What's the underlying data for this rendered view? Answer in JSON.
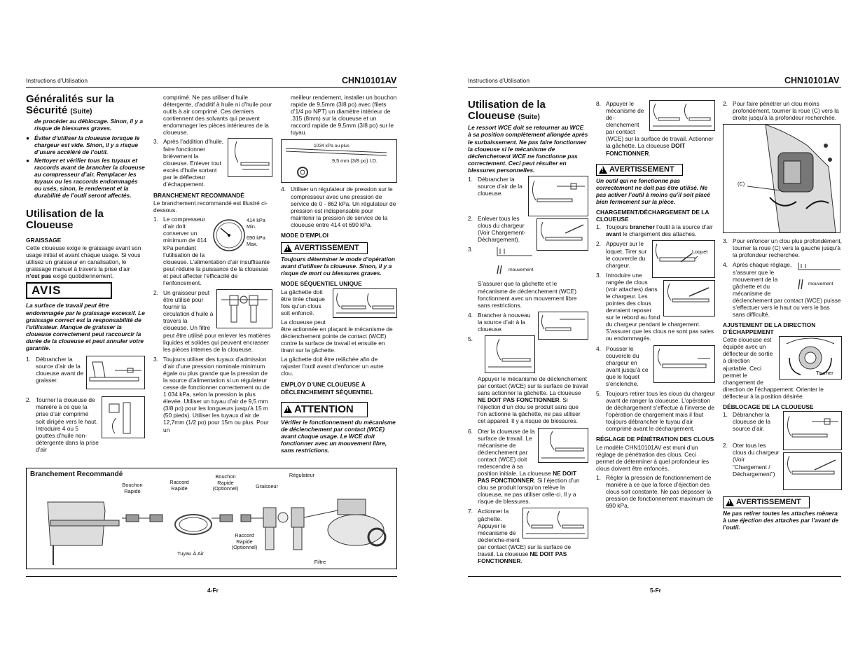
{
  "left": {
    "header": "Instructions d’Utilisation",
    "model": "CHN10101AV",
    "footer": "4-Fr",
    "col1": {
      "title": "Généralités sur la Sécurité",
      "title_suite": "(Suite)",
      "cont_text": "de procéder au déblocage. Sinon, il y a risque de blessures graves.",
      "bullets": [
        "Éviter d’utiliser la cloueuse lorsque le chargeur est vide. Sinon, il y a risque d’usure accéléré de l’outil.",
        "Nettoyer et vérifier tous les tuyaux et raccords avant de brancher la cloueuse au compresseur d’air. Remplacer les tuyaux ou les raccords endommagés ou usés, sinon, le rendement et la durabilité de l’outil seront affectés."
      ],
      "section_title": "Utilisation de la Cloueuse",
      "graissage_title": "GRAISSAGE",
      "graissage_text_a": "Cette cloueuse exige le graissage avant son usage initial et avant chaque usage. Si vous utilisez un graisseur en canalisation, le graissage manuel à travers la prise d’air ",
      "graissage_text_bold": "n’est pas",
      "graissage_text_b": " exigé quotidiennement.",
      "avis_label": "AVIS",
      "avis_text": "La surface de travail peut être endommagée par le graissage excessif. Le graissage correct est la responsabilité de l’utilisateur. Manque de graisser la cloueuse correctement peut raccourcir la durée de la cloueuse et peut annuler votre garantie.",
      "steps": [
        {
          "num": "1.",
          "text": "Débrancher la source d’air de la cloueuse avant de graisser."
        },
        {
          "num": "2.",
          "text": "Tourner la cloueuse de manière à ce que la prise d’air comprimé soit dirigée vers le haut. Introduire 4 ou 5 gouttes d’huile non-détergente dans la prise d’air"
        }
      ]
    },
    "col2": {
      "cont_text": "comprimé. Ne pas utiliser d’huile détergente, d’additif à huile ni d’huile pour outils à air comprimé. Ces derniers contiennent des solvants qui peuvent endommager les pièces intérieures de la cloueuse.",
      "step3": {
        "num": "3.",
        "text": "Après l’addition d’huile, faire fonctionner brièvement la cloueuse. Enlever tout excès d’huile sortant par le déflecteur d’échappement."
      },
      "branch_title": "BRANCHEMENT RECOMMANDÉ",
      "branch_text": "Le branchement recommandé est illustré ci-dessous.",
      "gauge_labels": {
        "a": "414 kPa",
        "b": "Min.",
        "c": "690 kPa",
        "d": "Max."
      },
      "steps": [
        {
          "num": "1.",
          "text": "Le compresseur d’air doit conserver un minimum de 414 kPa pendant l’utilisation de la cloueuse. L’alimentation d’air insuffisante peut réduire la puissance de la cloueuse et peut affecter l’efficacité de l’enfoncement."
        },
        {
          "num": "2.",
          "text": "Un graisseur peut être utilisé pour fournir la circulation d’huile à travers la cloueuse. Un filtre peut être utilisé pour enlever les matières liquides et solides qui peuvent encrasser les pièces internes de la cloueuse."
        },
        {
          "num": "3.",
          "text": "Toujours utiliser des tuyaux d’admission d’air d’une pression nominale minimum égale ou plus grande que la pression de la source d’alimentation si un régulateur cesse de fonctionner correctement ou de 1 034 kPa, selon la pression la plus élevée. Utiliser un tuyau d’air de 9,5 mm (3/8 po) pour les longueurs jusqu’à 15 m (50 pieds). Utiliser les tuyaux d’air de 12,7mm (1/2 po) pour 15m ou plus. Pour un"
        }
      ]
    },
    "col3": {
      "cont_text": "meilleur rendement, installer un bouchon rapide de 9,5mm (3/8 po) avec (filets d’1/4 po NPT) un diamètre intérieur de .315 (8mm) sur la cloueuse et un raccord rapide de 9,5mm (3/8 po) sur le tuyau.",
      "hose_label1": "1034 kPa ou plus",
      "hose_label2": "9,5 mm (3/8 po) I.D.",
      "step4": {
        "num": "4.",
        "text": "Utiliser un régulateur de pression sur le compresseur avec une pression de service de 0 - 862 kPa. Un régulateur de pression est indispensable pour maintenir la pression de service de la cloueuse entre 414 et 690 kPa."
      },
      "mode_title": "MODE D’EMPLOI",
      "warn_label": "AVERTISSEMENT",
      "warn_text": "Toujours déterminer le mode d’opération avant d’utiliser la cloueuse. Sinon, il y a risque de mort ou blessures graves.",
      "mode_unique_title": "MODE SÉQUENTIEL UNIQUE",
      "mode_unique_text1": "La gâchette doit être tirée chaque fois qu’un clous soit enfoncé.",
      "mode_unique_text2": "La cloueuse peut être actionnée en plaçant le mécanisme de déclenchement pointe de contact (WCE) contre la surface de travail et ensuite en tirant sur la gâchette.",
      "mode_unique_text3": "La gâchette doit être relâchée afin de rajuster l’outil avant d’enfoncer un autre clou.",
      "employ_title": "EMPLOY D’UNE CLOUEUSE À DÉCLENCHEMENT SÉQUENTIEL",
      "attention_label": "ATTENTION",
      "attention_text": "Vérifier le fonctionnement du mécanisme de déclenchement par contact (WCE) avant chaque usage. Le WCE doit fonctionner avec un mouvement libre, sans restrictions."
    },
    "diagram": {
      "title": "Branchement Recommandé",
      "labels": {
        "bouchon_rapide": "Bouchon Rapide",
        "raccord_rapide": "Raccord Rapide",
        "bouchon_rapide_opt": "Bouchon Rapide (Optionnel)",
        "graisseur": "Graisseur",
        "regulateur": "Régulateur",
        "raccord_rapide_opt": "Raccord Rapide (Optionnel)",
        "tuyau": "Tuyau À Air",
        "filtre": "Filtre"
      }
    }
  },
  "right": {
    "header": "Instructions d’Utilisation",
    "model": "CHN10101AV",
    "footer": "5-Fr",
    "col1": {
      "title": "Utilisation de la Cloueuse",
      "title_suite": "(Suite)",
      "intro": "Le ressort WCE doit se retourner au WCE à sa position complètement allongée après le surbaissement. Ne pas faire fonctionner la cloueuse si le mécanisme de déclenchement WCE ne fonctionne pas correctement. Ceci peut résulter en blessures personnelles.",
      "mouvement": "mouvement",
      "steps": [
        {
          "num": "1.",
          "text": "Débrancher la source d’air de la cloueuse."
        },
        {
          "num": "2.",
          "text": "Enlever tous les clous du chargeur (Voir Chargement-Déchargement)."
        },
        {
          "num": "3.",
          "text": "S’assurer que la gâchette et le mécanisme de déclenchement (WCE) fonctionnent avec un mouvement libre sans restrictions."
        },
        {
          "num": "4.",
          "text": "Brancher à nouveau la source d’air à la cloueuse."
        },
        {
          "num": "5.",
          "text_a": "Appuyer le mécanisme de déclenchement par contact (WCE) sur la surface de travail sans actionner la gâchette. La cloueuse ",
          "bold": "NE DOIT PAS FONCTIONNER",
          "text_b": ". Si l’éjection d’un clou se produit sans que l’on actionne la gâchette, ne pas utiliser cet appareil. Il y a risque de blessures."
        },
        {
          "num": "6.",
          "text_a": "Oter la cloueuse de la surface de travail. Le mécanisme de déclenchement par contact (WCE) doit redescendre à sa position initiale. La cloueuse ",
          "bold": "NE DOIT PAS FONCTIONNER",
          "text_b": ". Si l’éjection d’un clou se produit lorsqu'on relève la cloueuse, ne pas utiliser celle-ci. Il y a risque de blessures."
        },
        {
          "num": "7.",
          "text_a": "Actionner la gâchette. Appuyer le mécanisme de déclenche-ment par contact (WCE) sur la surface de travail. La cloueuse ",
          "bold": "NE DOIT PAS FONCTIONNER",
          "text_b": "."
        }
      ]
    },
    "col2": {
      "step8": {
        "num": "8.",
        "text_a": "Appuyer le mécanisme de dé-clenchement par contact (WCE) sur la surface de travail. Actionner la gâchette. La cloueuse ",
        "bold": "DOIT FONCTIONNER",
        "text_b": "."
      },
      "warn_label": "AVERTISSEMENT",
      "warn_text": "Un outil qui ne fonctionne pas correctement ne doit pas être utilisé. Ne pas activer l’outil à moins qu’il soit placé bien fermement sur la pièce.",
      "charg_title": "CHARGEMENT/DÉCHARGEMENT DE LA CLOUEUSE",
      "loquet": "Loquet",
      "steps": [
        {
          "num": "1.",
          "text_a": "Toujours ",
          "bold": "brancher",
          "text_m": " l’outil à la source d’air ",
          "bold2": "avant",
          "text_b": " le chargement des attaches."
        },
        {
          "num": "2.",
          "text_a": "Appuyer sur le loquet. Tirer sur le couvercle du chargeur."
        },
        {
          "num": "3.",
          "text_a": "Introduire une rangée de clous (voir attaches) dans le chargeur. Les pointes des clous devraient reposer sur le rebord au fond du chargeur pendant le chargement. S’assurer que les clous ne sont pas sales ou endommagés."
        },
        {
          "num": "4.",
          "text_a": "Pousser le couvercle du chargeur en avant jusqu’à ce que le loquet s’enclenche."
        },
        {
          "num": "5.",
          "text_a": "Toujours retirer tous les clous du chargeur avant de ranger la cloueuse. L’opération de déchargement s’effectue à l’inverse de l’opération de chargement mais il faut toujours débrancher le tuyau d’air comprimé avant le déchargement."
        }
      ],
      "reglage_title": "RÉGLAGE DE PÉNÉTRATION DES CLOUS",
      "reglage_text": "Le modèle CHN10101AV est muni d’un réglage de pénétration des clous. Ceci permet de déterminer à quel profondeur les clous doivent être enfoncés.",
      "reglage_step1": {
        "num": "1.",
        "text": "Régler la pression de fonctionnement de manière à ce que la force d’éjection des clous soit constante. Ne pas dépasser la pression de fonctionnement maximum de 690 kPa."
      }
    },
    "col3": {
      "step2": {
        "num": "2.",
        "text": "Pour faire pénétrer un clou moins profondément, tourner la roue (C) vers la droite jusqu’à la profondeur recherchée."
      },
      "c_label": "(C)",
      "step3": {
        "num": "3.",
        "text": "Pour enfoncer un clou plus profondément, tourner la roue (C) vers la gauche jusqu’à la profondeur recherchée."
      },
      "step4": {
        "num": "4.",
        "text": "Après chaque réglage, s’assurer que le mouvement de la gâchette et du mécanisme de déclenchement par contact (WCE) puisse s’effectuer vers le haut ou vers le bas sans difficulté."
      },
      "mouvement": "mouvement",
      "ajust_title": "AJUSTEMENT DE LA DIRECTION D’ÉCHAPPEMENT",
      "ajust_text": "Cette cloueuse est équipée avec un déflecteur de sortie à direction ajustable. Ceci permet le changement de direction de l’échappement. Orienter le déflecteur à la position désirée.",
      "tourner": "Tourner",
      "debl_title": "DÉBLOCAGE DE LA CLOUEUSE",
      "steps": [
        {
          "num": "1.",
          "text": "Débrancher la cloueuse de la source d’air."
        },
        {
          "num": "2.",
          "text": "Oter tous les clous du chargeur (Voir “Chargement / Déchargement”)"
        }
      ],
      "warn_label": "AVERTISSEMENT",
      "warn_text": "Ne pas retirer toutes les attaches mènera à une éjection des attaches par l’avant de l’outil."
    }
  }
}
